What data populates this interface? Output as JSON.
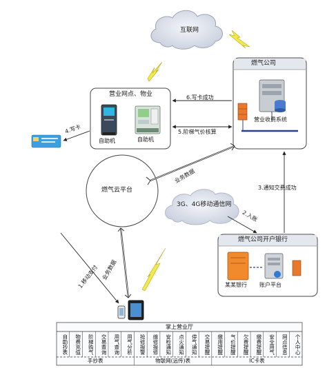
{
  "nodes": {
    "internet": "互联网",
    "outlets": "营业网点、物业",
    "kiosk1": "自助机",
    "kiosk2": "自助机",
    "gas_company": "燃气公司",
    "billing": "营业收费系统",
    "cloud_platform": "燃气云平台",
    "mobile_net": "3G、4G移动通信网",
    "bank_box": "燃气公司开户银行",
    "some_bank": "某某银行",
    "account_platform": "账户平台"
  },
  "edges": {
    "e6": "6.写卡成功",
    "e5": "5.阶梯气价核算",
    "e4": "4.写卡",
    "e3": "3.通知交费成功",
    "e2": "2.入账",
    "e1": "1.移动支付",
    "biz1": "业务数据",
    "biz2": "业务数据"
  },
  "mobile_hall": {
    "title": "掌上营业厅",
    "columns": [
      "自助抄表",
      "物费充值",
      "阶梯购气",
      "交易查询",
      "用气查询",
      "用气分析",
      "抢修报警",
      "维修报修",
      "安检通知",
      "点火通知",
      "停气通知",
      "交易提醒",
      "缴用提醒",
      "气价提醒",
      "欠费提醒",
      "缴费提醒",
      "安全用气",
      "网点信息",
      "个人中心"
    ],
    "groups": [
      "手抄表",
      "物联网(远传)表",
      "IC卡表"
    ]
  },
  "colors": {
    "box_border": "#444444",
    "cloud": "#d7dde8",
    "lightning": "#f2ea4a",
    "server_orange": "#f08a2c",
    "card_blue": "#3aa0e0"
  }
}
